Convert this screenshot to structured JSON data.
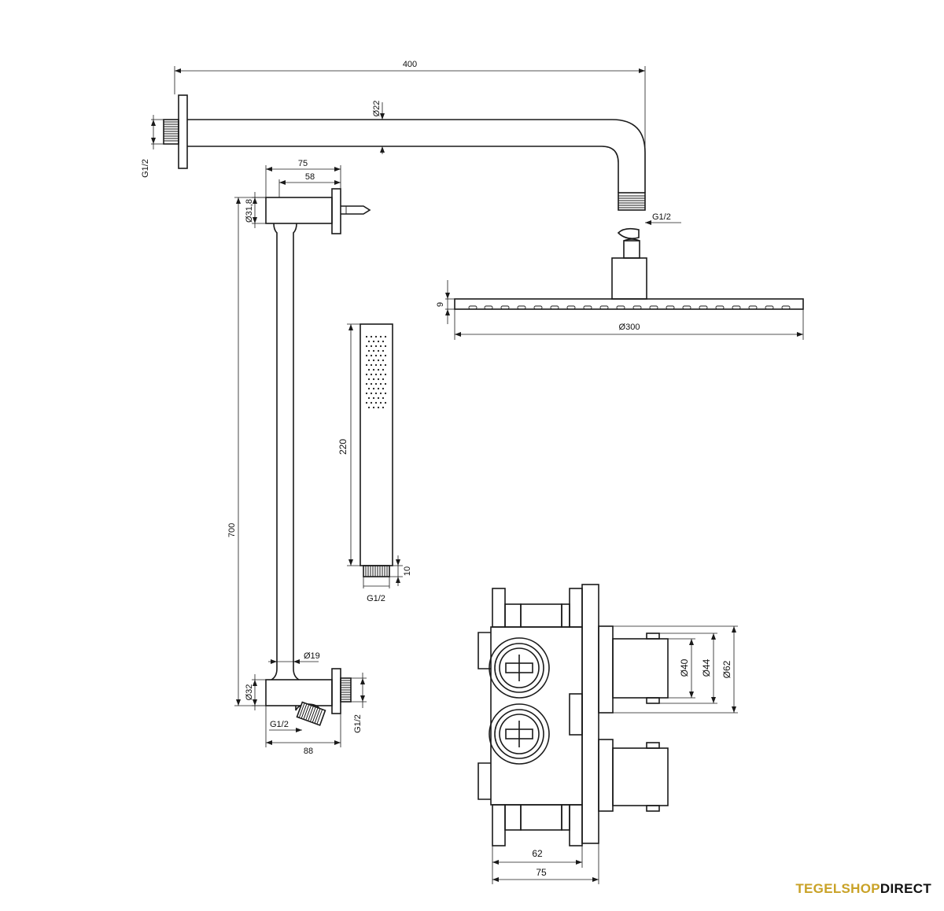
{
  "shower_arm": {
    "length": "400",
    "pipe_diameter": "Ø22",
    "wall_thread": "G1/2",
    "head_thread": "G1/2"
  },
  "shower_head": {
    "thickness": "9",
    "diameter": "Ø300"
  },
  "slide_bar": {
    "top_bracket_depth": "75",
    "top_bracket_inner": "58",
    "top_bracket_diameter": "Ø31,8",
    "length": "700",
    "rod_diameter": "Ø19",
    "bottom_bracket_diameter": "Ø32",
    "outlet_thread": "G1/2",
    "outlet_thread_side": "G1/2",
    "bottom_width": "88"
  },
  "hand_shower": {
    "length": "220",
    "connector_height": "10",
    "thread": "G1/2"
  },
  "thermostat": {
    "knob_diameter_inner": "Ø40",
    "knob_diameter_mid": "Ø44",
    "rosette_diameter": "Ø62",
    "body_depth_min": "62",
    "body_depth_max": "75"
  },
  "brand": {
    "part1": "TEGELSHOP",
    "part2": "DIRECT",
    "accent_color": "#c9a227"
  }
}
